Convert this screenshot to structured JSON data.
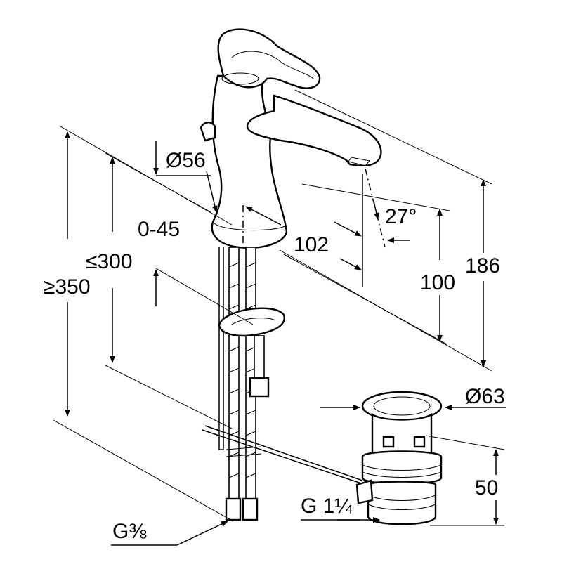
{
  "labels": {
    "dia_56": "Ø56",
    "swivel": "0-45",
    "spout_reach": "102",
    "angle": "27°",
    "spout_height": "100",
    "total_height": "186",
    "max_300": "≤300",
    "min_350": "≥350",
    "dia_63": "Ø63",
    "waste_height": "50",
    "thread_waste": "G 1¼",
    "thread_hose": "G⅜"
  }
}
